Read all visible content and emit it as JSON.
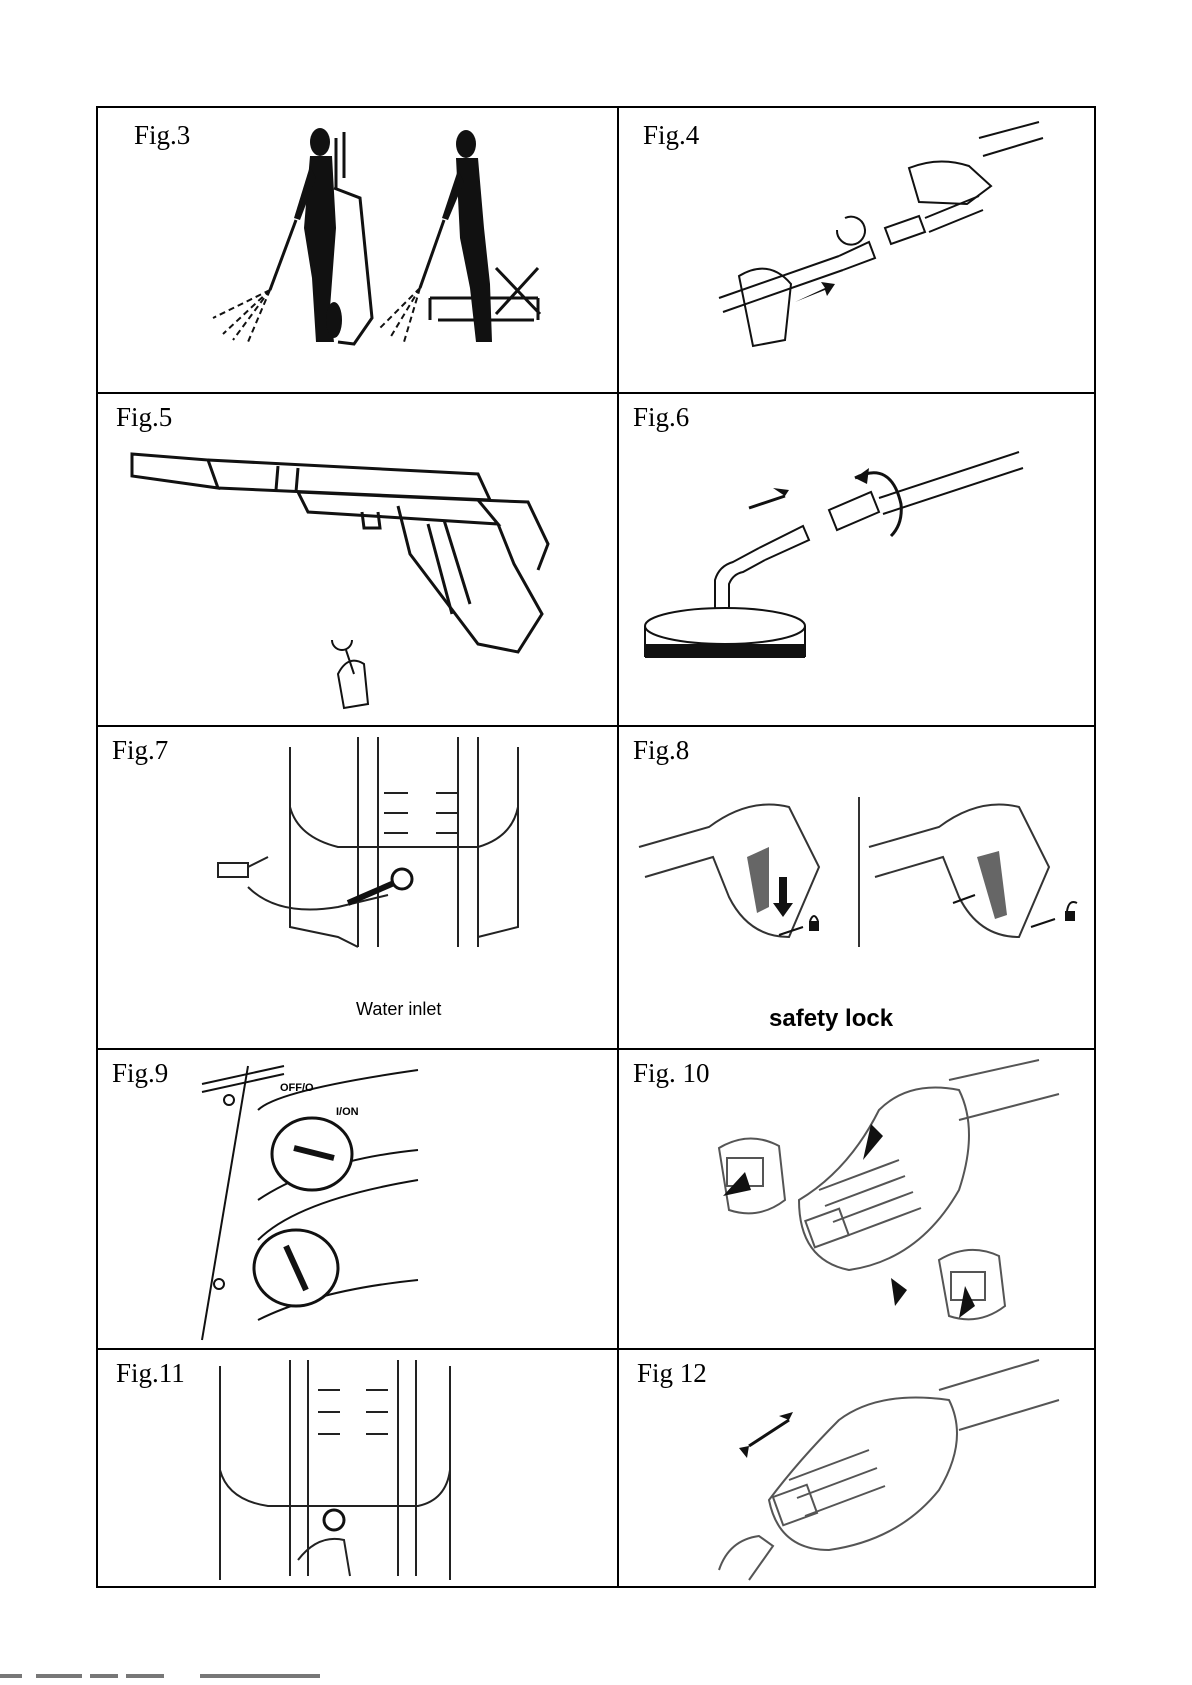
{
  "figures": [
    {
      "label": "Fig.3"
    },
    {
      "label": "Fig.4"
    },
    {
      "label": "Fig.5"
    },
    {
      "label": "Fig.6"
    },
    {
      "label": "Fig.7",
      "caption": "Water inlet"
    },
    {
      "label": "Fig.8",
      "caption": "safety lock"
    },
    {
      "label": "Fig.9",
      "knob_labels": [
        "OFF/O",
        "I/ON"
      ]
    },
    {
      "label": "Fig. 10"
    },
    {
      "label": "Fig.11"
    },
    {
      "label": "Fig 12"
    }
  ]
}
